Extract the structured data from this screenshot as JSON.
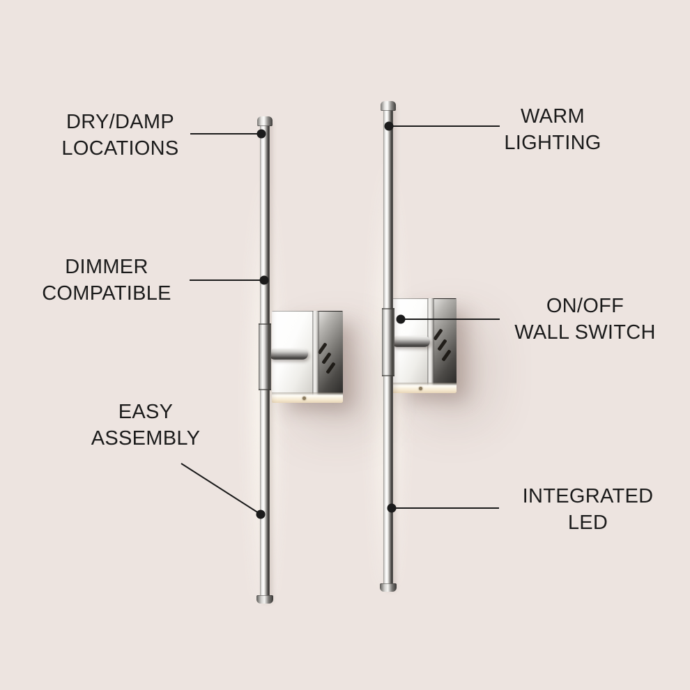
{
  "infographic": {
    "background_color": "#ede4e0",
    "text_color": "#1b1b1b",
    "leader_line_color": "#1b1b1b",
    "callouts": [
      {
        "id": "dry-damp-locations",
        "side": "left",
        "lines": [
          "DRY/DAMP",
          "LOCATIONS"
        ]
      },
      {
        "id": "warm-lighting",
        "side": "right",
        "lines": [
          "WARM",
          "LIGHTING"
        ]
      },
      {
        "id": "dimmer-compatible",
        "side": "left",
        "lines": [
          "DIMMER",
          "COMPATIBLE"
        ]
      },
      {
        "id": "on-off-wall-switch",
        "side": "right",
        "lines": [
          "ON/OFF",
          "WALL SWITCH"
        ]
      },
      {
        "id": "easy-assembly",
        "side": "left",
        "lines": [
          "EASY",
          "ASSEMBLY"
        ]
      },
      {
        "id": "integrated-led",
        "side": "right",
        "lines": [
          "INTEGRATED",
          "LED"
        ]
      }
    ]
  }
}
